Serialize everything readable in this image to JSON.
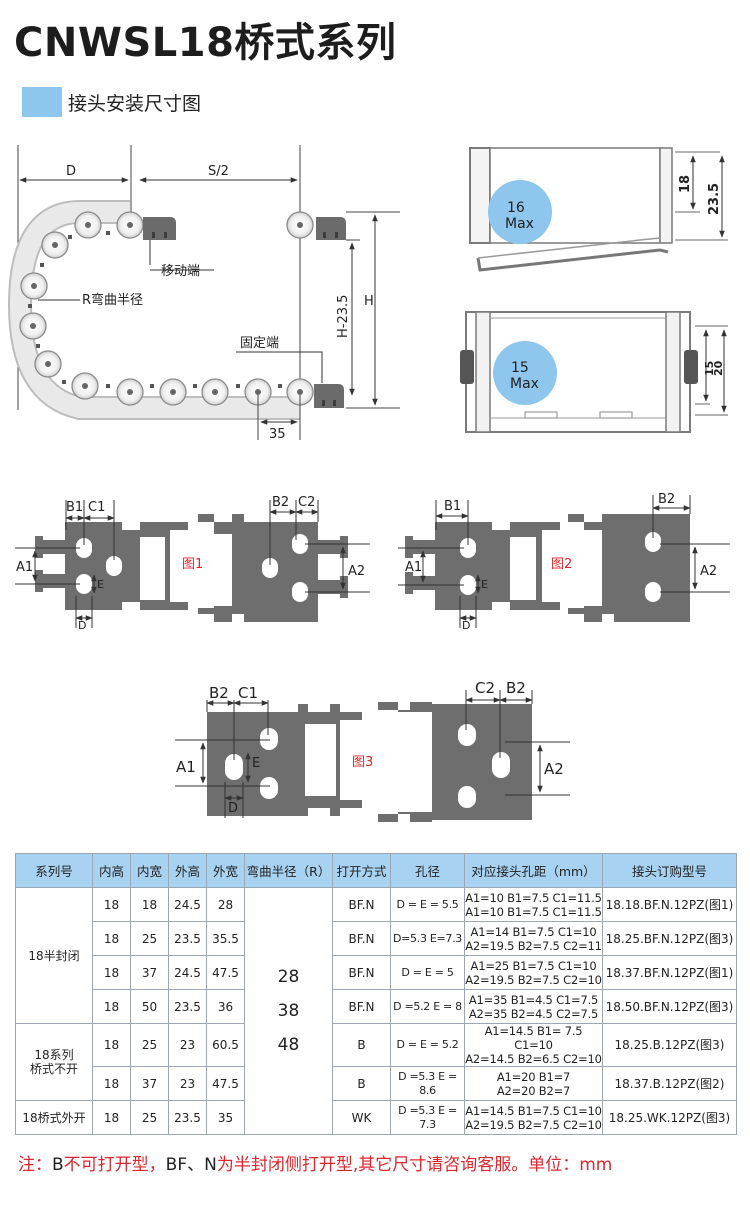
{
  "title": "CNWSL18桥式系列",
  "section_title": "接头安装尺寸图",
  "colors": {
    "accent_chip": "#8ec6ee",
    "table_header": "#a8d2f2",
    "note_red": "#e0252c",
    "figure_red": "#e0252c"
  },
  "main_drawing": {
    "dim_D": "D",
    "dim_S2": "S/2",
    "moving_end": "移动端",
    "bend_radius": "R弯曲半径",
    "fixed_end": "固定端",
    "dim_H_minus": "H-23.5",
    "dim_H": "H",
    "dim_35": "35"
  },
  "side_views": {
    "top": {
      "max_value": "16",
      "max_label": "Max",
      "dim_18": "18",
      "dim_23_5": "23.5"
    },
    "bottom": {
      "max_value": "15",
      "max_label": "Max",
      "dim_15": "15",
      "dim_20": "20"
    }
  },
  "figures": {
    "fig1": {
      "label": "图1",
      "B1": "B1",
      "C1": "C1",
      "B2": "B2",
      "C2": "C2",
      "A1": "A1",
      "A2": "A2",
      "E": "E",
      "D": "D"
    },
    "fig2": {
      "label": "图2",
      "B1": "B1",
      "B2": "B2",
      "A1": "A1",
      "A2": "A2",
      "E": "E",
      "D": "D"
    },
    "fig3": {
      "label": "图3",
      "B2": "B2",
      "C1": "C1",
      "C2": "C2",
      "B2r": "B2",
      "A1": "A1",
      "A2": "A2",
      "E": "E",
      "D": "D"
    }
  },
  "table": {
    "headers": [
      "系列号",
      "内高",
      "内宽",
      "外高",
      "外宽",
      "弯曲半径（R）",
      "打开方式",
      "孔径",
      "对应接头孔距（mm）",
      "接头订购型号"
    ],
    "bend_radius_values": [
      "28",
      "38",
      "48"
    ],
    "groups": [
      {
        "series": [
          "18半封闭"
        ],
        "rows": [
          {
            "inner_h": "18",
            "inner_w": "18",
            "outer_h": "24.5",
            "outer_w": "28",
            "open": "BF.N",
            "hole": "D = E = 5.5",
            "pitch": [
              "A1=10  B1=7.5  C1=11.5",
              "A1=10  B1=7.5  C1=11.5"
            ],
            "model": "18.18.BF.N.12PZ(图1)"
          },
          {
            "inner_h": "18",
            "inner_w": "25",
            "outer_h": "23.5",
            "outer_w": "35.5",
            "open": "BF.N",
            "hole": "D=5.3  E=7.3",
            "pitch": [
              "A1=14  B1=7.5  C1=10",
              "A2=19.5  B2=7.5  C2=11"
            ],
            "model": "18.25.BF.N.12PZ(图3)"
          },
          {
            "inner_h": "18",
            "inner_w": "37",
            "outer_h": "24.5",
            "outer_w": "47.5",
            "open": "BF.N",
            "hole": "D = E = 5",
            "pitch": [
              "A1=25  B1=7.5  C1=10",
              "A2=19.5  B2=7.5  C2=10"
            ],
            "model": "18.37.BF.N.12PZ(图1)"
          },
          {
            "inner_h": "18",
            "inner_w": "50",
            "outer_h": "23.5",
            "outer_w": "36",
            "open": "BF.N",
            "hole": "D =5.2  E = 8",
            "pitch": [
              "A1=35  B1=4.5  C1=7.5",
              "A2=35  B2=4.5  C2=7.5"
            ],
            "model": "18.50.BF.N.12PZ(图3)"
          }
        ]
      },
      {
        "series": [
          "18系列",
          "桥式不开"
        ],
        "rows": [
          {
            "inner_h": "18",
            "inner_w": "25",
            "outer_h": "23",
            "outer_w": "60.5",
            "open": "B",
            "hole": "D = E = 5.2",
            "pitch": [
              "A1=14.5  B1= 7.5  C1=10",
              "A2=14.5  B2=6.5  C2=10"
            ],
            "model": "18.25.B.12PZ(图3)"
          },
          {
            "inner_h": "18",
            "inner_w": "37",
            "outer_h": "23",
            "outer_w": "47.5",
            "open": "B",
            "hole": "D =5.3  E = 8.6",
            "pitch": [
              "A1=20  B1=7",
              "A2=20  B2=7"
            ],
            "model": "18.37.B.12PZ(图2)"
          }
        ]
      },
      {
        "series": [
          "18桥式外开"
        ],
        "rows": [
          {
            "inner_h": "18",
            "inner_w": "25",
            "outer_h": "23.5",
            "outer_w": "35",
            "open": "WK",
            "hole": "D =5.3  E = 7.3",
            "pitch": [
              "A1=14.5  B1=7.5  C1=10",
              "A2=19.5  B2=7.5  C2=10"
            ],
            "model": "18.25.WK.12PZ(图3)"
          }
        ]
      }
    ]
  },
  "note": {
    "p1": "注：",
    "p2": "B",
    "p3": "不可打开型，",
    "p4": "BF、N",
    "p5": "为半封闭侧打开型,其它尺寸请咨询客服。单位：mm"
  }
}
